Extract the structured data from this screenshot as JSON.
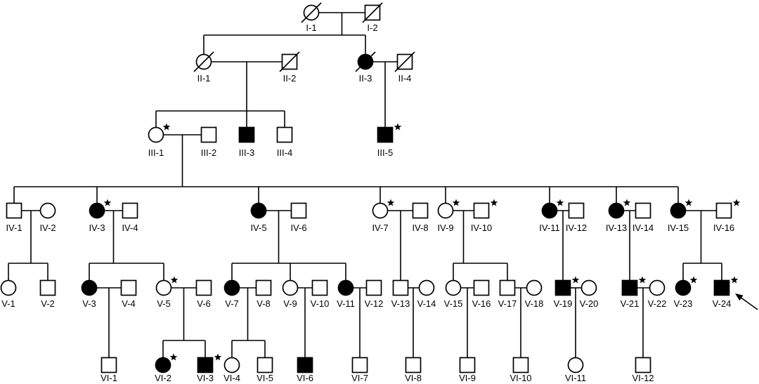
{
  "colors": {
    "line": "#000000",
    "affected_fill": "#000000",
    "unaffected_fill": "#ffffff",
    "background": "#ffffff"
  },
  "diagram": {
    "individuals": [
      {
        "label": "I-1",
        "male": false,
        "affected": false,
        "deceased": true,
        "star": false,
        "proband": false
      },
      {
        "label": "I-2",
        "male": true,
        "affected": false,
        "deceased": true,
        "star": false,
        "proband": false
      },
      {
        "label": "II-1",
        "male": false,
        "affected": false,
        "deceased": true,
        "star": false,
        "proband": false
      },
      {
        "label": "II-2",
        "male": true,
        "affected": false,
        "deceased": true,
        "star": false,
        "proband": false
      },
      {
        "label": "II-3",
        "male": false,
        "affected": true,
        "deceased": true,
        "star": false,
        "proband": false
      },
      {
        "label": "II-4",
        "male": true,
        "affected": false,
        "deceased": true,
        "star": false,
        "proband": false
      },
      {
        "label": "III-1",
        "male": false,
        "affected": false,
        "deceased": false,
        "star": true,
        "proband": false
      },
      {
        "label": "III-2",
        "male": true,
        "affected": false,
        "deceased": false,
        "star": false,
        "proband": false
      },
      {
        "label": "III-3",
        "male": true,
        "affected": true,
        "deceased": false,
        "star": false,
        "proband": false
      },
      {
        "label": "III-4",
        "male": true,
        "affected": false,
        "deceased": false,
        "star": false,
        "proband": false
      },
      {
        "label": "III-5",
        "male": true,
        "affected": true,
        "deceased": false,
        "star": true,
        "proband": false
      },
      {
        "label": "IV-1",
        "male": true,
        "affected": false,
        "deceased": false,
        "star": false,
        "proband": false
      },
      {
        "label": "IV-2",
        "male": false,
        "affected": false,
        "deceased": false,
        "star": false,
        "proband": false
      },
      {
        "label": "IV-3",
        "male": false,
        "affected": true,
        "deceased": false,
        "star": true,
        "proband": false
      },
      {
        "label": "IV-4",
        "male": true,
        "affected": false,
        "deceased": false,
        "star": false,
        "proband": false
      },
      {
        "label": "IV-5",
        "male": false,
        "affected": true,
        "deceased": false,
        "star": false,
        "proband": false
      },
      {
        "label": "IV-6",
        "male": true,
        "affected": false,
        "deceased": false,
        "star": false,
        "proband": false
      },
      {
        "label": "IV-7",
        "male": false,
        "affected": false,
        "deceased": false,
        "star": true,
        "proband": false
      },
      {
        "label": "IV-8",
        "male": true,
        "affected": false,
        "deceased": false,
        "star": false,
        "proband": false
      },
      {
        "label": "IV-9",
        "male": false,
        "affected": false,
        "deceased": false,
        "star": true,
        "proband": false
      },
      {
        "label": "IV-10",
        "male": true,
        "affected": false,
        "deceased": false,
        "star": true,
        "proband": false
      },
      {
        "label": "IV-11",
        "male": false,
        "affected": true,
        "deceased": false,
        "star": true,
        "proband": false
      },
      {
        "label": "IV-12",
        "male": true,
        "affected": false,
        "deceased": false,
        "star": false,
        "proband": false
      },
      {
        "label": "IV-13",
        "male": false,
        "affected": true,
        "deceased": false,
        "star": true,
        "proband": false
      },
      {
        "label": "IV-14",
        "male": true,
        "affected": false,
        "deceased": false,
        "star": false,
        "proband": false
      },
      {
        "label": "IV-15",
        "male": false,
        "affected": true,
        "deceased": false,
        "star": true,
        "proband": false
      },
      {
        "label": "IV-16",
        "male": true,
        "affected": false,
        "deceased": false,
        "star": true,
        "proband": false
      },
      {
        "label": "V-1",
        "male": false,
        "affected": false,
        "deceased": false,
        "star": false,
        "proband": false
      },
      {
        "label": "V-2",
        "male": true,
        "affected": false,
        "deceased": false,
        "star": false,
        "proband": false
      },
      {
        "label": "V-3",
        "male": false,
        "affected": true,
        "deceased": false,
        "star": false,
        "proband": false
      },
      {
        "label": "V-4",
        "male": true,
        "affected": false,
        "deceased": false,
        "star": false,
        "proband": false
      },
      {
        "label": "V-5",
        "male": false,
        "affected": false,
        "deceased": false,
        "star": true,
        "proband": false
      },
      {
        "label": "V-6",
        "male": true,
        "affected": false,
        "deceased": false,
        "star": false,
        "proband": false
      },
      {
        "label": "V-7",
        "male": false,
        "affected": true,
        "deceased": false,
        "star": false,
        "proband": false
      },
      {
        "label": "V-8",
        "male": true,
        "affected": false,
        "deceased": false,
        "star": false,
        "proband": false
      },
      {
        "label": "V-9",
        "male": false,
        "affected": false,
        "deceased": false,
        "star": false,
        "proband": false
      },
      {
        "label": "V-10",
        "male": true,
        "affected": false,
        "deceased": false,
        "star": false,
        "proband": false
      },
      {
        "label": "V-11",
        "male": false,
        "affected": true,
        "deceased": false,
        "star": false,
        "proband": false
      },
      {
        "label": "V-12",
        "male": true,
        "affected": false,
        "deceased": false,
        "star": false,
        "proband": false
      },
      {
        "label": "V-13",
        "male": true,
        "affected": false,
        "deceased": false,
        "star": false,
        "proband": false
      },
      {
        "label": "V-14",
        "male": false,
        "affected": false,
        "deceased": false,
        "star": false,
        "proband": false
      },
      {
        "label": "V-15",
        "male": false,
        "affected": false,
        "deceased": false,
        "star": false,
        "proband": false
      },
      {
        "label": "V-16",
        "male": true,
        "affected": false,
        "deceased": false,
        "star": false,
        "proband": false
      },
      {
        "label": "V-17",
        "male": true,
        "affected": false,
        "deceased": false,
        "star": false,
        "proband": false
      },
      {
        "label": "V-18",
        "male": false,
        "affected": false,
        "deceased": false,
        "star": false,
        "proband": false
      },
      {
        "label": "V-19",
        "male": true,
        "affected": true,
        "deceased": false,
        "star": true,
        "proband": false
      },
      {
        "label": "V-20",
        "male": false,
        "affected": false,
        "deceased": false,
        "star": false,
        "proband": false
      },
      {
        "label": "V-21",
        "male": true,
        "affected": true,
        "deceased": false,
        "star": true,
        "proband": false
      },
      {
        "label": "V-22",
        "male": false,
        "affected": false,
        "deceased": false,
        "star": false,
        "proband": false
      },
      {
        "label": "V-23",
        "male": false,
        "affected": true,
        "deceased": false,
        "star": true,
        "proband": false
      },
      {
        "label": "V-24",
        "male": true,
        "affected": true,
        "deceased": false,
        "star": true,
        "proband": true
      },
      {
        "label": "VI-1",
        "male": true,
        "affected": false,
        "deceased": false,
        "star": false,
        "proband": false
      },
      {
        "label": "VI-2",
        "male": false,
        "affected": true,
        "deceased": false,
        "star": true,
        "proband": false
      },
      {
        "label": "VI-3",
        "male": true,
        "affected": true,
        "deceased": false,
        "star": true,
        "proband": false
      },
      {
        "label": "VI-4",
        "male": false,
        "affected": false,
        "deceased": false,
        "star": false,
        "proband": false
      },
      {
        "label": "VI-5",
        "male": true,
        "affected": false,
        "deceased": false,
        "star": false,
        "proband": false
      },
      {
        "label": "VI-6",
        "male": true,
        "affected": true,
        "deceased": false,
        "star": false,
        "proband": false
      },
      {
        "label": "VI-7",
        "male": true,
        "affected": false,
        "deceased": false,
        "star": false,
        "proband": false
      },
      {
        "label": "VI-8",
        "male": true,
        "affected": false,
        "deceased": false,
        "star": false,
        "proband": false
      },
      {
        "label": "VI-9",
        "male": true,
        "affected": false,
        "deceased": false,
        "star": false,
        "proband": false
      },
      {
        "label": "VI-10",
        "male": true,
        "affected": false,
        "deceased": false,
        "star": false,
        "proband": false
      },
      {
        "label": "VI-11",
        "male": false,
        "affected": false,
        "deceased": false,
        "star": false,
        "proband": false
      },
      {
        "label": "VI-12",
        "male": true,
        "affected": false,
        "deceased": false,
        "star": false,
        "proband": false
      }
    ],
    "families": [
      {
        "parents": [
          "I-1",
          "I-2"
        ],
        "children": [
          "II-1",
          "II-3"
        ]
      },
      {
        "parents": [
          "II-1",
          "II-2"
        ],
        "children": [
          "III-1",
          "III-3",
          "III-4"
        ]
      },
      {
        "parents": [
          "II-3",
          "II-4"
        ],
        "children": [
          "III-5"
        ]
      },
      {
        "parents": [
          "III-1",
          "III-2"
        ],
        "children": [
          "IV-1",
          "IV-3",
          "IV-5",
          "IV-7",
          "IV-9",
          "IV-11",
          "IV-13",
          "IV-15"
        ]
      },
      {
        "parents": [
          "IV-1",
          "IV-2"
        ],
        "children": [
          "V-1",
          "V-2"
        ]
      },
      {
        "parents": [
          "IV-3",
          "IV-4"
        ],
        "children": [
          "V-3",
          "V-5"
        ]
      },
      {
        "parents": [
          "IV-5",
          "IV-6"
        ],
        "children": [
          "V-7",
          "V-9",
          "V-11"
        ]
      },
      {
        "parents": [
          "IV-7",
          "IV-8"
        ],
        "children": [
          "V-13"
        ]
      },
      {
        "parents": [
          "IV-9",
          "IV-10"
        ],
        "children": [
          "V-15",
          "V-17"
        ]
      },
      {
        "parents": [
          "IV-11",
          "IV-12"
        ],
        "children": [
          "V-19"
        ]
      },
      {
        "parents": [
          "IV-13",
          "IV-14"
        ],
        "children": [
          "V-21"
        ]
      },
      {
        "parents": [
          "IV-15",
          "IV-16"
        ],
        "children": [
          "V-23",
          "V-24"
        ]
      },
      {
        "parents": [
          "V-3",
          "V-4"
        ],
        "children": [
          "VI-1"
        ]
      },
      {
        "parents": [
          "V-5",
          "V-6"
        ],
        "children": [
          "VI-2",
          "VI-3"
        ]
      },
      {
        "parents": [
          "V-7",
          "V-8"
        ],
        "children": [
          "VI-4",
          "VI-5"
        ]
      },
      {
        "parents": [
          "V-9",
          "V-10"
        ],
        "children": [
          "VI-6"
        ]
      },
      {
        "parents": [
          "V-11",
          "V-12"
        ],
        "children": [
          "VI-7"
        ]
      },
      {
        "parents": [
          "V-13",
          "V-14"
        ],
        "children": [
          "VI-8"
        ]
      },
      {
        "parents": [
          "V-15",
          "V-16"
        ],
        "children": [
          "VI-9"
        ]
      },
      {
        "parents": [
          "V-17",
          "V-18"
        ],
        "children": [
          "VI-10"
        ]
      },
      {
        "parents": [
          "V-19",
          "V-20"
        ],
        "children": [
          "VI-11"
        ]
      },
      {
        "parents": [
          "V-21",
          "V-22"
        ],
        "children": [
          "VI-12"
        ]
      }
    ]
  }
}
